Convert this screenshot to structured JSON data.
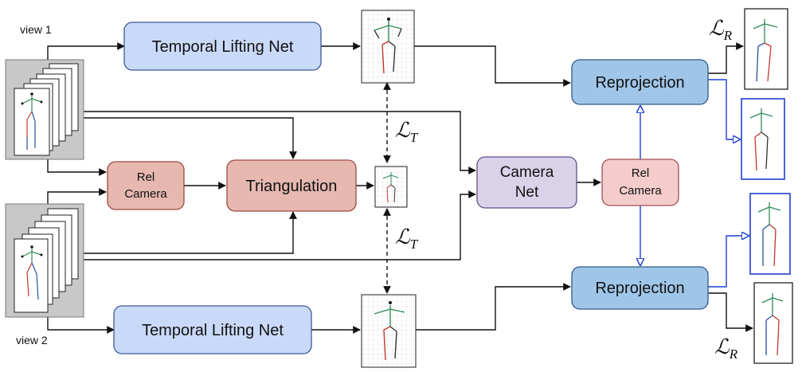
{
  "labels": {
    "view1": "view 1",
    "view2": "view 2"
  },
  "nodes": {
    "tln_top": "Temporal Lifting Net",
    "tln_bottom": "Temporal Lifting Net",
    "rel_camera_left": [
      "Rel",
      "Camera"
    ],
    "triangulation": "Triangulation",
    "camera_net": [
      "Camera",
      "Net"
    ],
    "rel_camera_right": [
      "Rel",
      "Camera"
    ],
    "reprojection_top": "Reprojection",
    "reprojection_bottom": "Reprojection"
  },
  "losses": {
    "L_R": {
      "symbol": "ℒ",
      "subscript": "R"
    },
    "L_T": {
      "symbol": "ℒ",
      "subscript": "T"
    }
  },
  "colors": {
    "blue_fill": "#c9daf8",
    "blue_stroke": "#3c5a99",
    "red_fill": "#e6b8af",
    "red_stroke": "#9b4a3f",
    "purple_fill": "#d9d2e9",
    "purple_stroke": "#5f4e86",
    "pink_fill": "#f4cccc",
    "pink_stroke": "#a05050",
    "reproj_fill": "#9fc5e8",
    "reproj_stroke": "#2f5a86",
    "blue_arrow": "#1f3fd0",
    "stack_bg": "#c8c8c8"
  }
}
